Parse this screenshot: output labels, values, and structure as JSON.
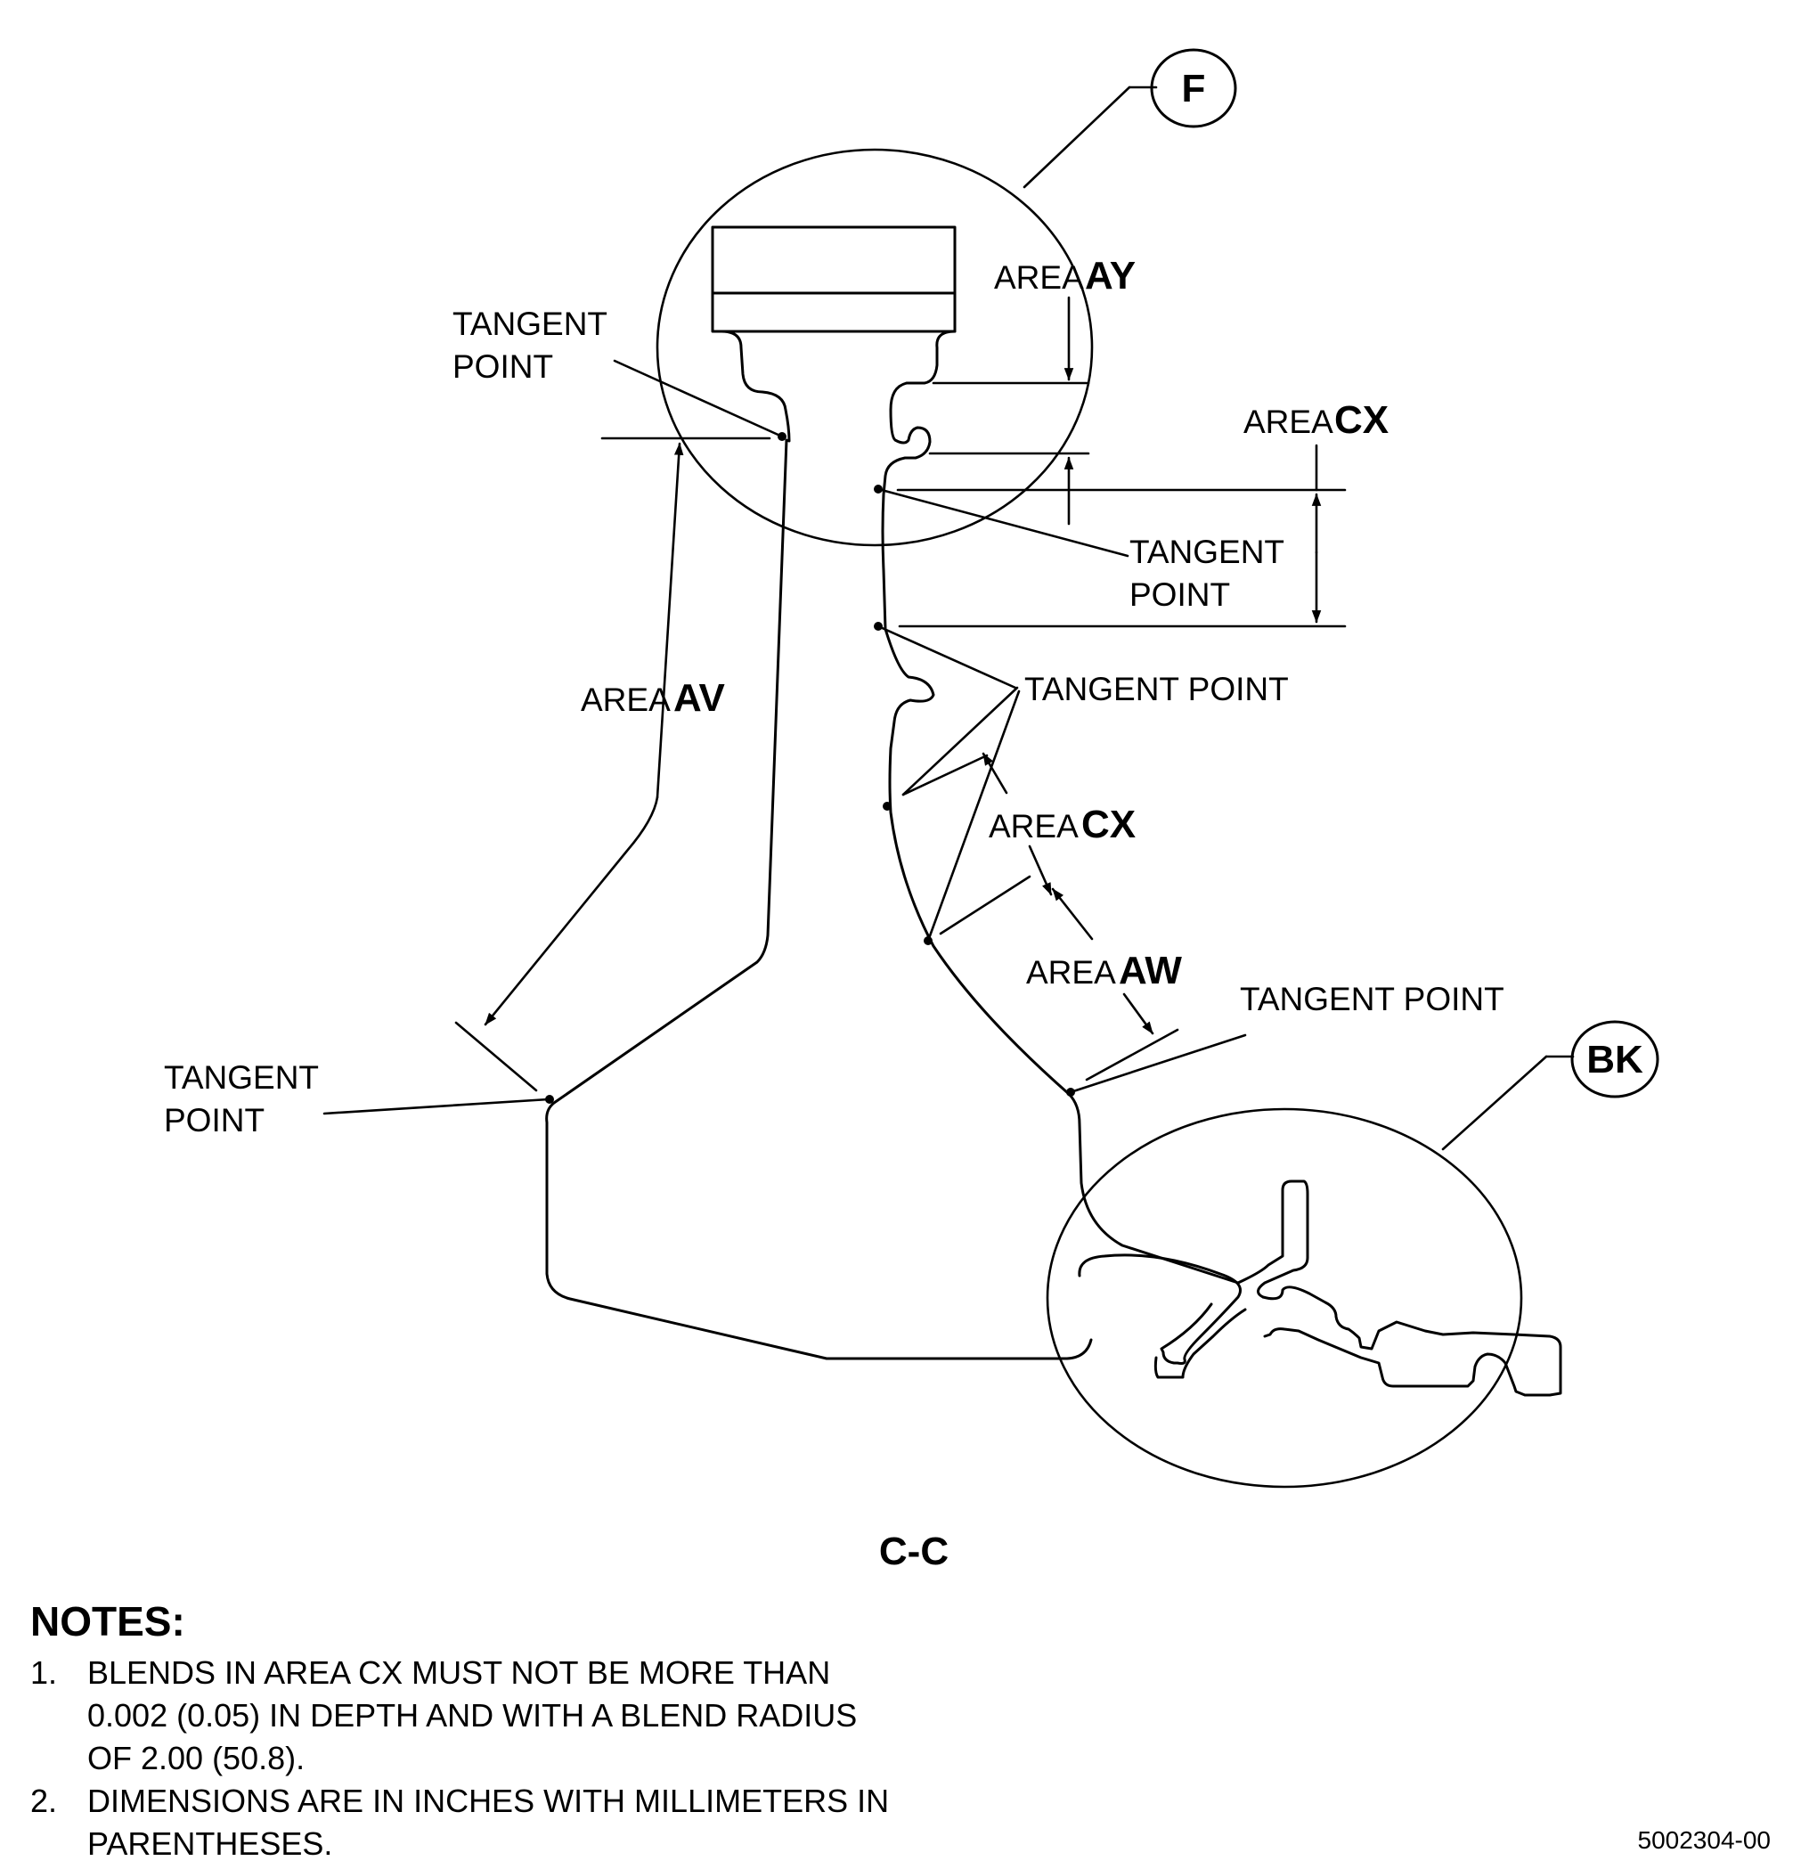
{
  "diagram": {
    "callouts": {
      "f": "F",
      "bk": "BK"
    },
    "labels": {
      "tangent_point_top_left_1": "TANGENT",
      "tangent_point_top_left_2": "POINT",
      "tangent_point_mid_right_1": "TANGENT",
      "tangent_point_mid_right_2": "POINT",
      "tangent_point_right": "TANGENT POINT",
      "tangent_point_lower_right": "TANGENT POINT",
      "tangent_point_left_1": "TANGENT",
      "tangent_point_left_2": "POINT",
      "area_word": "AREA",
      "area_ay": "AY",
      "area_cx": "CX",
      "area_av": "AV",
      "area_aw": "AW"
    },
    "section_label": "C-C"
  },
  "notes": {
    "title": "NOTES:",
    "items": [
      {
        "num": "1.",
        "text": "BLENDS IN AREA CX MUST NOT BE MORE THAN 0.002 (0.05) IN DEPTH AND WITH A BLEND RADIUS OF 2.00 (50.8)."
      },
      {
        "num": "2.",
        "text": "DIMENSIONS ARE IN INCHES WITH MILLIMETERS IN PARENTHESES."
      }
    ]
  },
  "figure_id": "5002304-00"
}
